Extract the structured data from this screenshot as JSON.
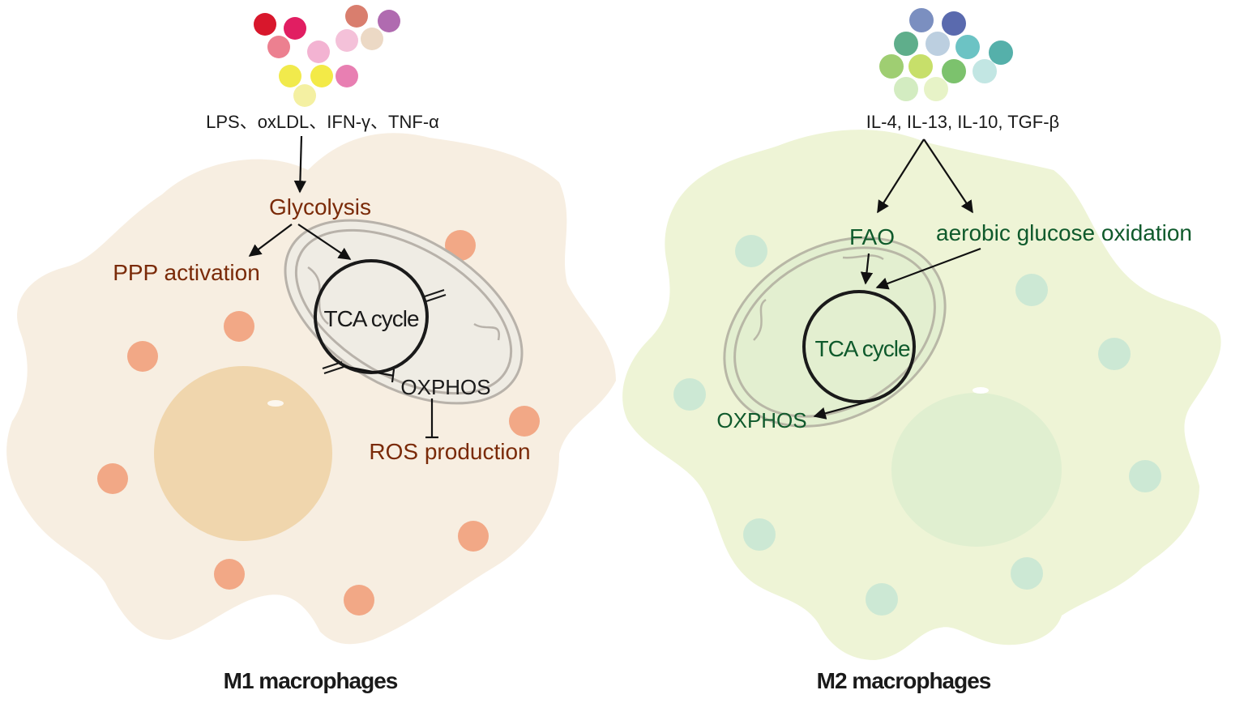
{
  "m1": {
    "stimuli": "LPS、oxLDL、IFN-γ、TNF-α",
    "glycolysis": "Glycolysis",
    "ppp": "PPP activation",
    "tca": "TCA cycle",
    "oxphos": "OXPHOS",
    "ros": "ROS production",
    "caption": "M1 macrophages",
    "colors": {
      "cell": "#f7eee1",
      "nucleus": "#f0d6ad",
      "granule": "#f2a886",
      "text": "#7a2a08"
    }
  },
  "m2": {
    "stimuli": "IL-4, IL-13, IL-10, TGF-β",
    "fao": "FAO",
    "aerobic": "aerobic glucose oxidation",
    "tca": "TCA cycle",
    "oxphos": "OXPHOS",
    "caption": "M2 macrophages",
    "colors": {
      "cell": "#eef4d6",
      "nucleus": "#e0efd0",
      "granule": "#cce8d4",
      "text": "#0f5a2c"
    }
  }
}
